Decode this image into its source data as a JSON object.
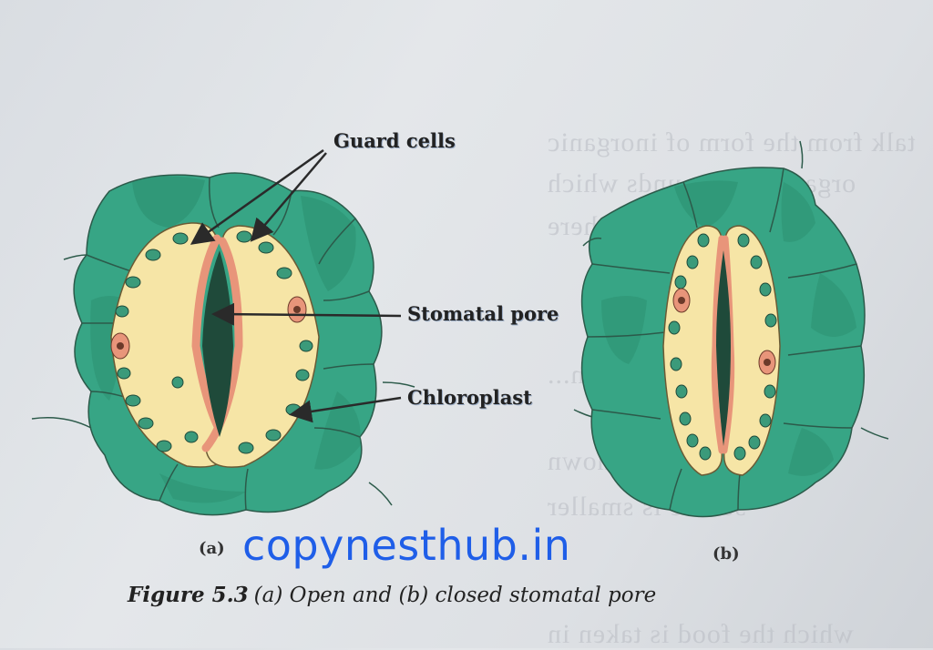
{
  "labels": {
    "guard_cells": "Guard cells",
    "stomatal_pore": "Stomatal pore",
    "chloroplast": "Chloroplast",
    "panel_a": "(a)",
    "panel_b": "(b)"
  },
  "watermark": "copynesthub.in",
  "caption": {
    "figure": "Figure 5.3",
    "text": "(a) Open and (b) closed stomatal pore"
  },
  "colors": {
    "epidermal_cell": "#37a585",
    "epidermal_cell_dark": "#2b8f6f",
    "guard_cell": "#f6e5a6",
    "guard_cell_inner_wall": "#e8957a",
    "chloroplast": "#3b9a7a",
    "pore": "#1f4a3a",
    "watermark": "#1f5ee8"
  }
}
